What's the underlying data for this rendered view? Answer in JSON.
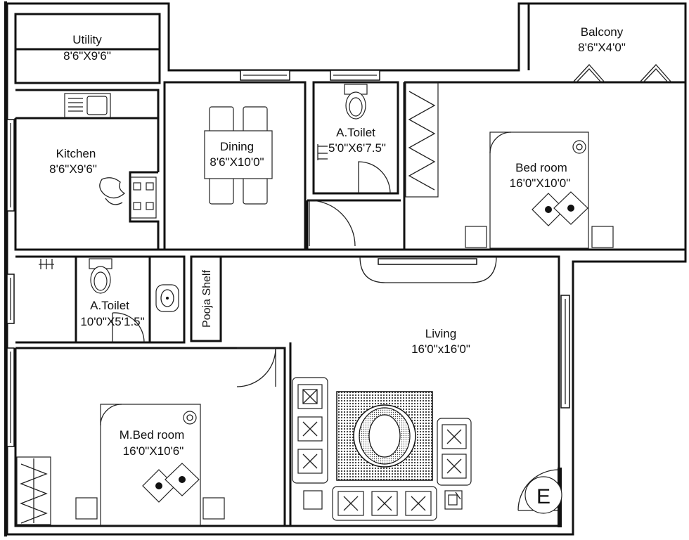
{
  "rooms": {
    "utility": {
      "name": "Utility",
      "dims": "8'6\"X9'6\""
    },
    "balcony": {
      "name": "Balcony",
      "dims": "8'6\"X4'0\""
    },
    "kitchen": {
      "name": "Kitchen",
      "dims": "8'6\"X9'6\""
    },
    "dining": {
      "name": "Dining",
      "dims": "8'6\"X10'0\""
    },
    "toilet_top": {
      "name": "A.Toilet",
      "dims": "5'0\"X6'7.5\""
    },
    "bedroom": {
      "name": "Bed room",
      "dims": "16'0\"X10'0\""
    },
    "toilet_left": {
      "name": "A.Toilet",
      "dims": "10'0\"X5'1.5\""
    },
    "pooja": {
      "name": "Pooja Shelf"
    },
    "living": {
      "name": "Living",
      "dims": "16'0\"x16'0\""
    },
    "master_bedroom": {
      "name": "M.Bed room",
      "dims": "16'0\"X10'6\""
    }
  },
  "compass": {
    "label": "E"
  }
}
